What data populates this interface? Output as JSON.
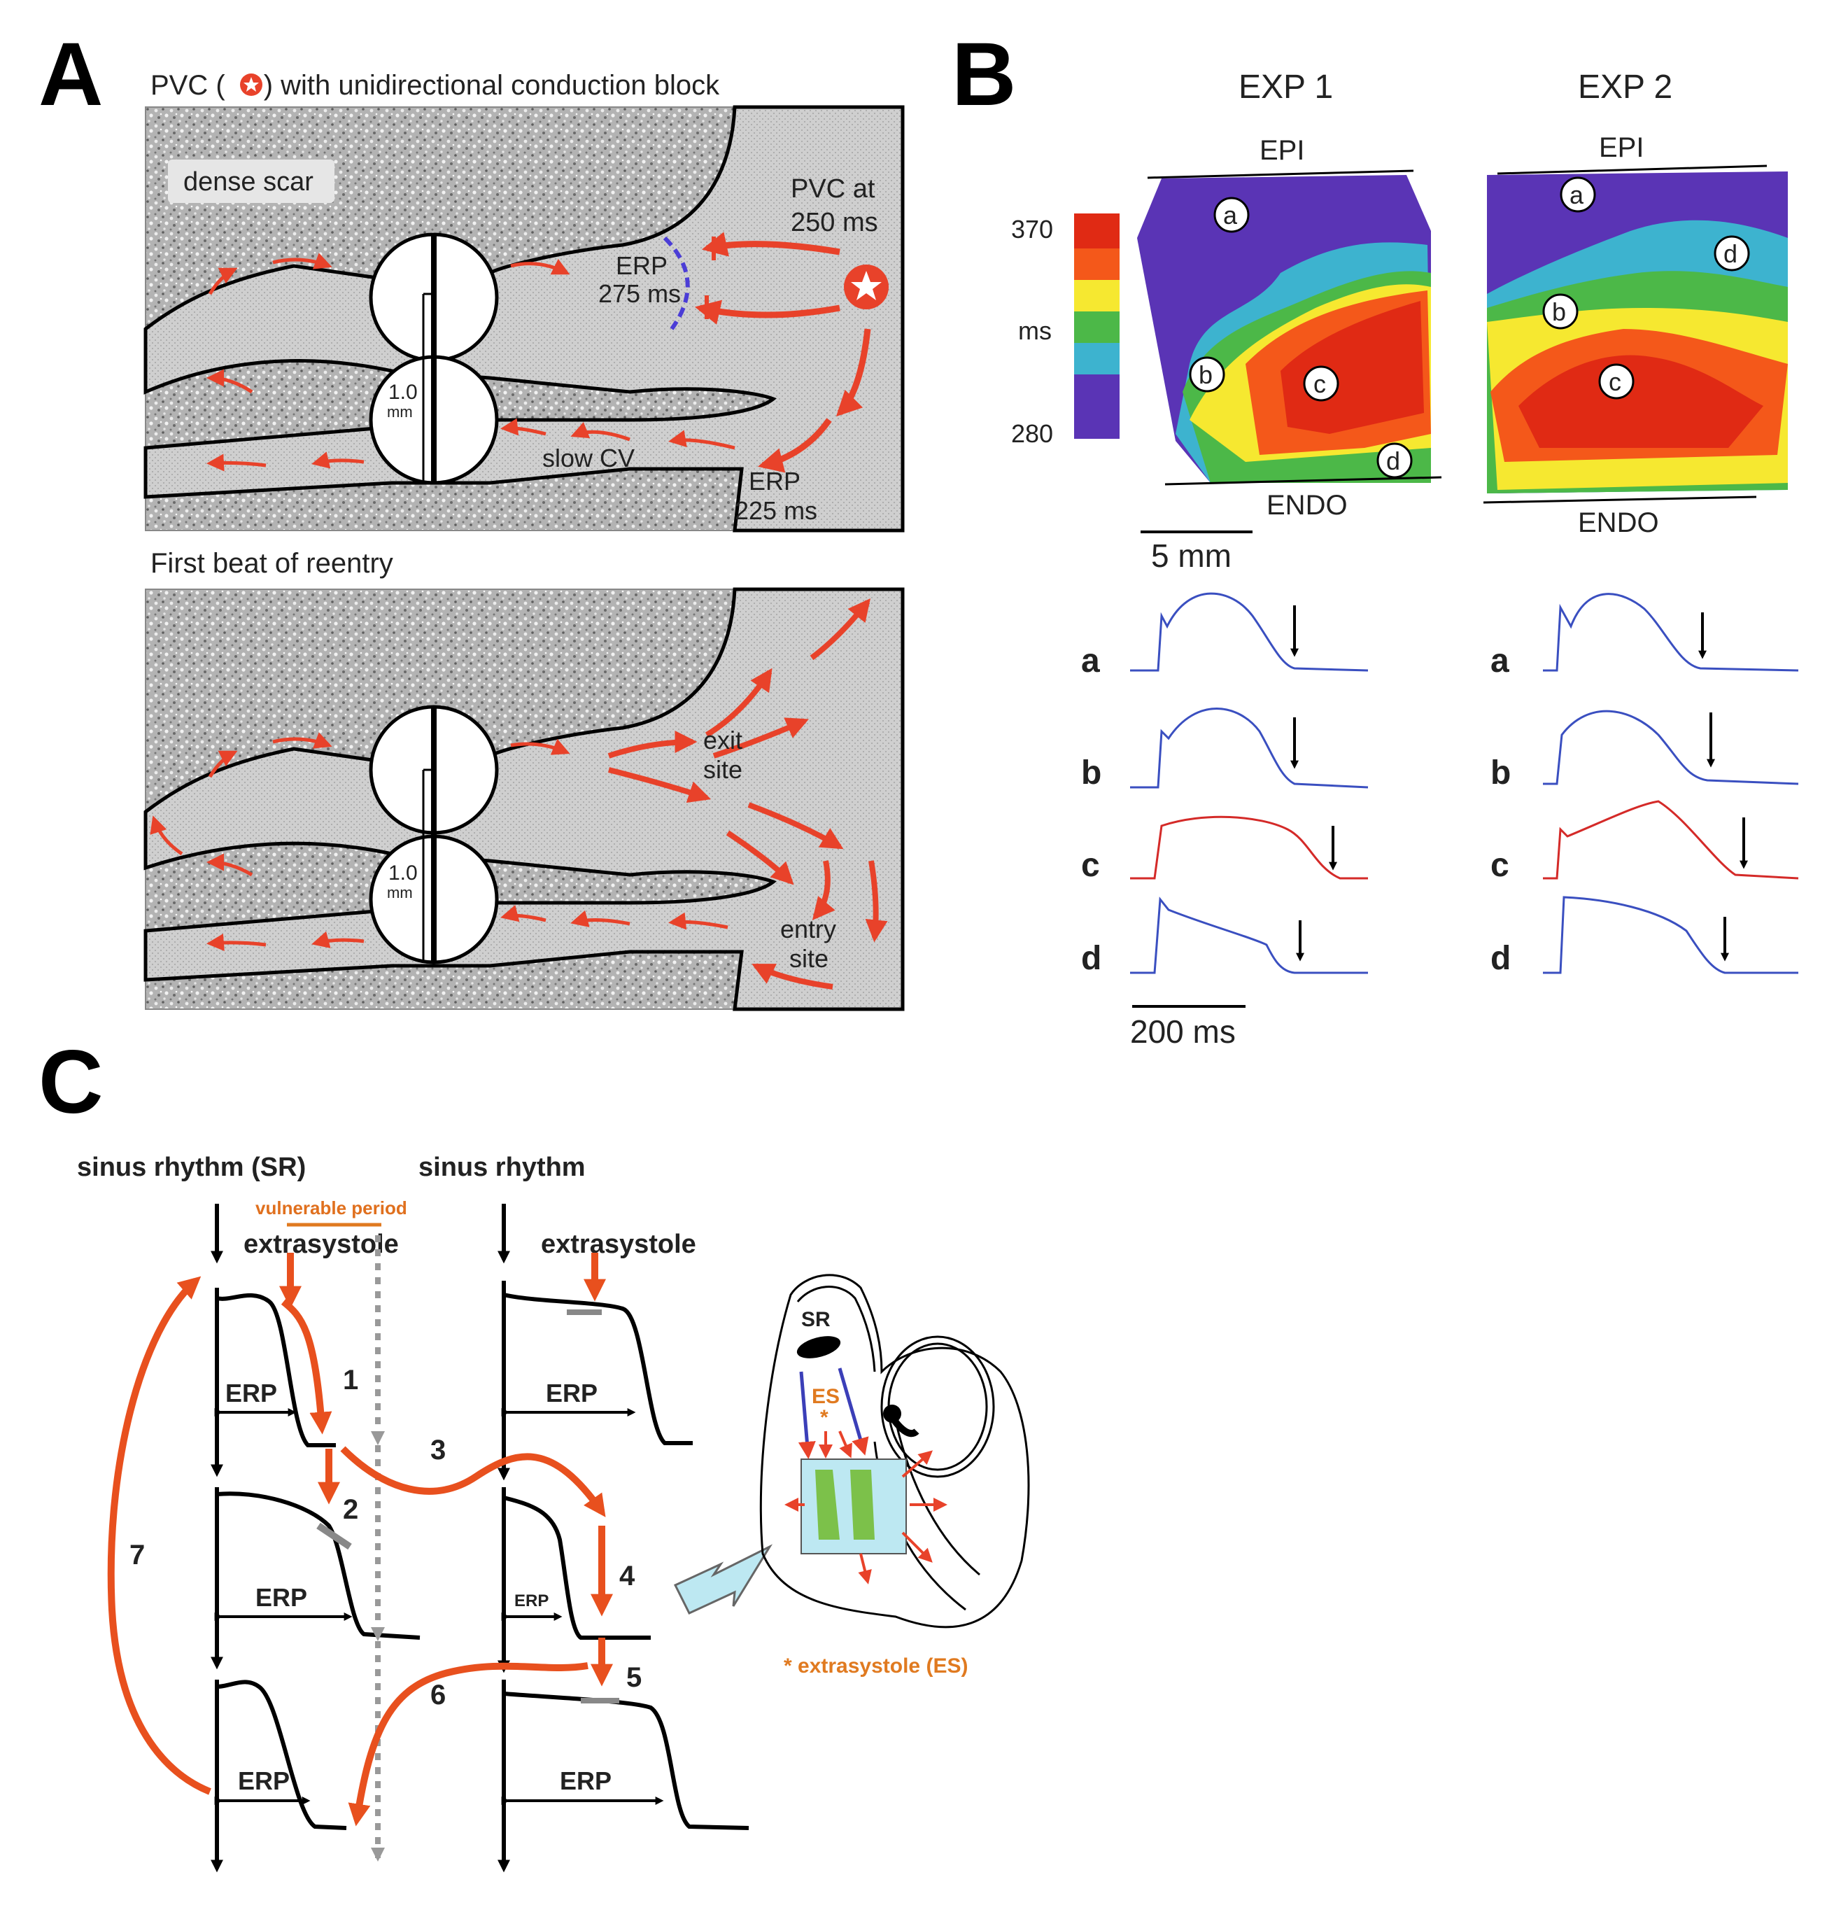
{
  "panel_a": {
    "letter": "A",
    "top_title": "PVC (",
    "top_title_suffix": ") with unidirectional conduction block",
    "dense_scar": "dense scar",
    "pvc_at": "PVC at",
    "pvc_ms": "250 ms",
    "erp_top": "ERP",
    "erp_top_ms": "275 ms",
    "scale": "1.0",
    "scale_unit": "mm",
    "slow_cv": "slow CV",
    "erp_bottom": "ERP",
    "erp_bottom_ms": "225 ms",
    "bottom_title": "First beat of reentry",
    "exit_site_1": "exit",
    "exit_site_2": "site",
    "entry_site_1": "entry",
    "entry_site_2": "site"
  },
  "panel_b": {
    "letter": "B",
    "exp1": "EXP 1",
    "exp2": "EXP 2",
    "epi": "EPI",
    "endo": "ENDO",
    "colorbar_max": "370",
    "colorbar_unit": "ms",
    "colorbar_min": "280",
    "colorbar_colors": [
      "#e02a14",
      "#f4581a",
      "#f6e830",
      "#4cb848",
      "#3db3cf",
      "#5a34b5"
    ],
    "scale_mm": "5 mm",
    "scale_ms": "200 ms",
    "site_a": "a",
    "site_b": "b",
    "site_c": "c",
    "site_d": "d",
    "trace_colors": {
      "blue": "#3a4fc0",
      "red": "#d42a28"
    }
  },
  "panel_c": {
    "letter": "C",
    "sinus_rhythm_sr": "sinus rhythm (SR)",
    "sinus_rhythm": "sinus rhythm",
    "vulnerable_period": "vulnerable period",
    "extrasystole": "extrasystole",
    "erp": "ERP",
    "steps": [
      "1",
      "2",
      "3",
      "4",
      "5",
      "6",
      "7"
    ],
    "sr": "SR",
    "es": "ES",
    "asterisk": "*",
    "legend": "* extrasystole (ES)",
    "colors": {
      "arrow": "#e8501e",
      "orange_text": "#e07a20",
      "arrow_box": "#bde8f2"
    }
  }
}
